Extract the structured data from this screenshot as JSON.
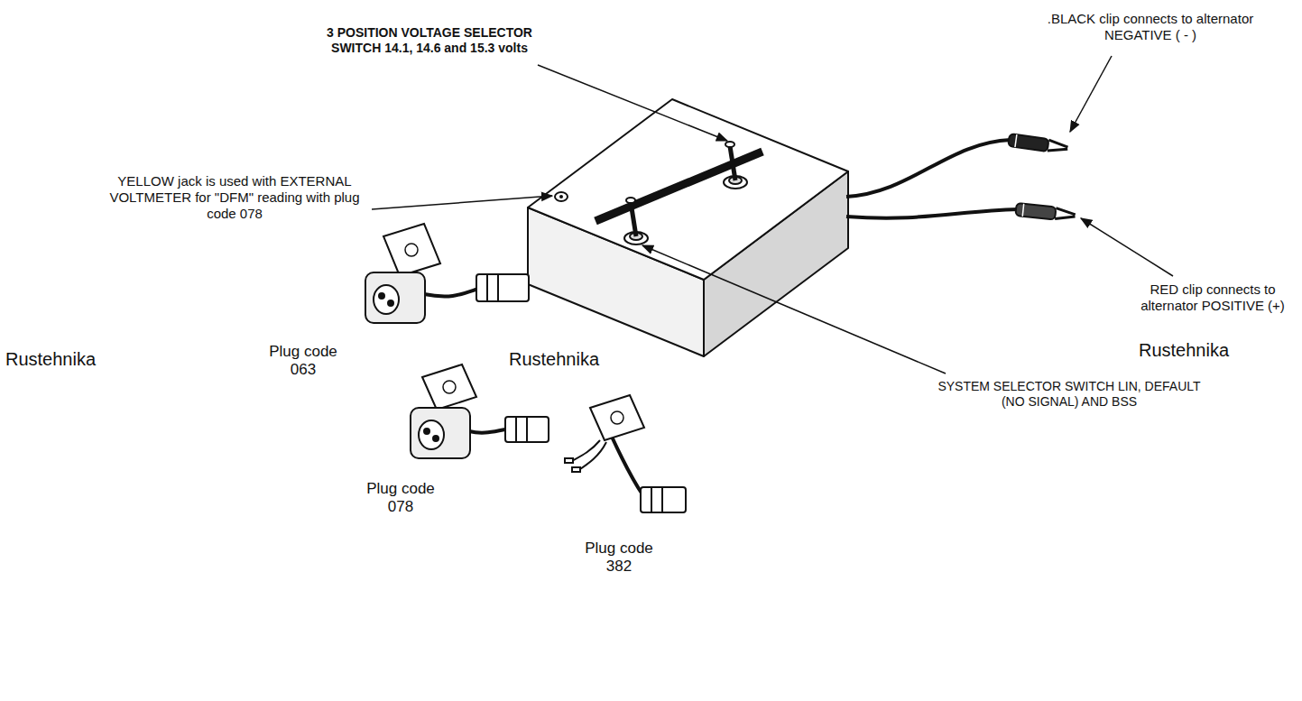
{
  "diagram": {
    "labels": [
      "3 POSITION VOLTAGE SELECTOR SWITCH 14.1, 14.6 and 15.3 volts",
      ".BLACK clip connects to alternator NEGATIVE ( - )",
      "YELLOW jack is used with EXTERNAL VOLTMETER for \"DFM\" reading with plug code 078",
      "RED clip connects to alternator POSITIVE (+)",
      "SYSTEM SELECTOR SWITCH LIN, DEFAULT (NO SIGNAL) AND BSS",
      "Plug code 063",
      "Plug code 078",
      "Plug code 382",
      "Rustehnika",
      "Rustehnika",
      "Rustehnika"
    ]
  }
}
